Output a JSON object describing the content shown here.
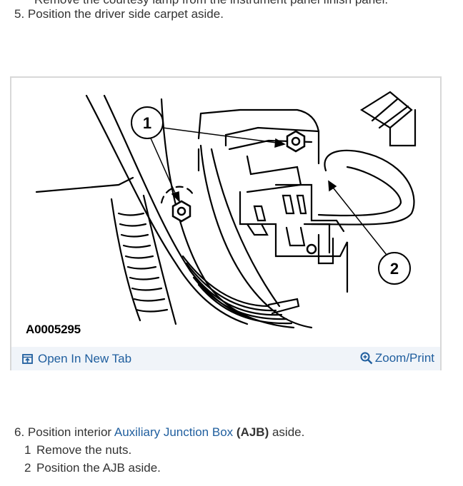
{
  "cut_text": "Remove the courtesy lamp from the instrument panel finish panel.",
  "step5": "5. Position the driver side carpet aside.",
  "figure": {
    "id_label": "A0005295",
    "callout_1": "1",
    "callout_2": "2",
    "toolbar": {
      "open_tab": "Open In New Tab",
      "zoom_print": "Zoom/Print"
    }
  },
  "step6": {
    "prefix": "6. Position interior ",
    "link": "Auxiliary Junction Box",
    "abbr": "(AJB)",
    "suffix": " aside."
  },
  "substeps": [
    {
      "num": "1",
      "text": "Remove the nuts."
    },
    {
      "num": "2",
      "text": "Position the AJB aside."
    }
  ],
  "colors": {
    "link": "#1f5e9e",
    "toolbar_bg": "#f0f4f9",
    "text": "#333333"
  },
  "icons": {
    "open_tab": "open-in-new-tab-icon",
    "zoom": "zoom-in-icon"
  }
}
